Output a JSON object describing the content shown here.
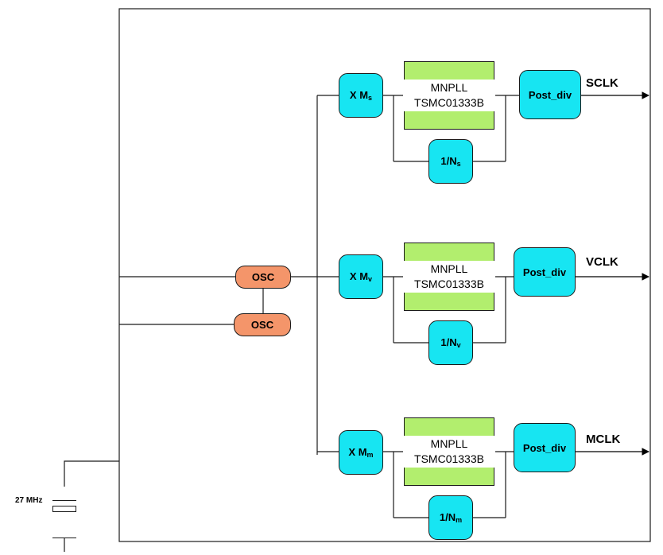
{
  "oscillators": [
    {
      "label": "OSC"
    },
    {
      "label": "OSC"
    }
  ],
  "crystal": {
    "label": "27 MHz"
  },
  "channels": [
    {
      "multiplier": {
        "prefix": "X M",
        "sub": "s"
      },
      "pll": {
        "name": "MNPLL",
        "part": "TSMC01333B"
      },
      "post_div": "Post_div",
      "divider": {
        "prefix": "1/N",
        "sub": "s"
      },
      "output": "SCLK"
    },
    {
      "multiplier": {
        "prefix": "X M",
        "sub": "v"
      },
      "pll": {
        "name": "MNPLL",
        "part": "TSMC01333B"
      },
      "post_div": "Post_div",
      "divider": {
        "prefix": "1/N",
        "sub": "v"
      },
      "output": "VCLK"
    },
    {
      "multiplier": {
        "prefix": "X M",
        "sub": "m"
      },
      "pll": {
        "name": "MNPLL",
        "part": "TSMC01333B"
      },
      "post_div": "Post_div",
      "divider": {
        "prefix": "1/N",
        "sub": "m"
      },
      "output": "MCLK"
    }
  ],
  "colors": {
    "cyan_block": "#17e5f2",
    "pll_block": "#b2ee6e",
    "osc_block": "#f4956a",
    "line": "#1a1a1a"
  }
}
